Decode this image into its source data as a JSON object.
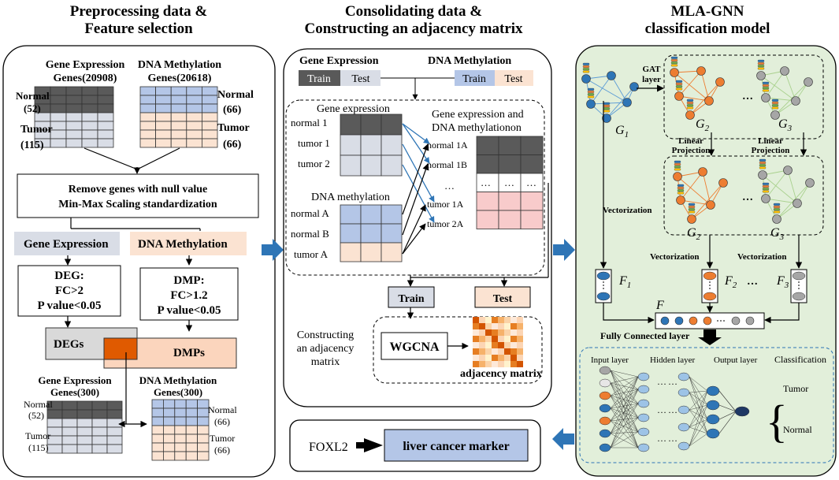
{
  "titles": {
    "left_line1": "Preprocessing data &",
    "left_line2": "Feature selection",
    "mid_line1": "Consolidating data &",
    "mid_line2": "Constructing an adjacency matrix",
    "right_line1": "MLA-GNN",
    "right_line2": "classification model"
  },
  "left": {
    "ge_header1": "Gene Expression",
    "ge_header2": "Genes(20908)",
    "dm_header1": "DNA Methylation",
    "dm_header2": "Genes(20618)",
    "normal": "Normal",
    "tumor": "Tumor",
    "ge_normal_n": "(52)",
    "ge_tumor_n": "(115)",
    "dm_normal_n": "(66)",
    "dm_tumor_n": "(66)",
    "remove_line1": "Remove genes with null value",
    "remove_line2": "Min-Max Scaling standardization",
    "ge_label": "Gene Expression",
    "dm_label": "DNA Methylation",
    "deg_line1": "DEG:",
    "deg_line2": "FC>2",
    "deg_line3": "P value<0.05",
    "dmp_line1": "DMP:",
    "dmp_line2": "FC>1.2",
    "dmp_line3": "P value<0.05",
    "degs": "DEGs",
    "dmps": "DMPs",
    "ge300_line1": "Gene Expression",
    "ge300_line2": "Genes(300)",
    "dm300_line1": "DNA Methylation",
    "dm300_line2": "Genes(300)"
  },
  "middle": {
    "ge_header": "Gene Expression",
    "dm_header": "DNA Methylation",
    "train": "Train",
    "test": "Test",
    "gene_expression": "Gene expression",
    "rows_ge": [
      "normal 1",
      "tumor 1",
      "tumor 2"
    ],
    "dna_methylation": "DNA methylation",
    "rows_dm": [
      "normal A",
      "normal B",
      "tumor A"
    ],
    "combined_line1": "Gene expression and",
    "combined_line2": "DNA methylationon",
    "rows_combined": [
      "normal 1A",
      "normal 1B",
      "…",
      "tumor 1A",
      "tumor 2A"
    ],
    "ellipsis": "…",
    "constructing_line1": "Constructing",
    "constructing_line2": "an adjacency",
    "constructing_line3": "matrix",
    "wgcna": "WGCNA",
    "adjacency_matrix": "adjacency matrix",
    "foxl2": "FOXL2",
    "marker": "liver cancer marker"
  },
  "right": {
    "gat_line1": "GAT",
    "gat_line2": "layer",
    "g1": "G",
    "g1_sub": "1",
    "g2_sub": "2",
    "g3_sub": "3",
    "linear_line1": "Linear",
    "linear_line2": "Projection",
    "vectorization": "Vectorization",
    "f": "F",
    "f1_sub": "1",
    "f2_sub": "2",
    "f3_sub": "3",
    "fully_connected": "Fully Connected layer",
    "input_layer": "Input  layer",
    "hidden_layer": "Hidden layer",
    "output_layer": "Output layer",
    "classification": "Classification",
    "tumor": "Tumor",
    "normal": "Normal",
    "ellipsis": "…"
  },
  "colors": {
    "dark_gray": "#5a5a5a",
    "light_gray": "#d9dde6",
    "blue": "#b4c6e7",
    "peach": "#fbe3d2",
    "pink": "#f8cbcb",
    "orange": "#e05a00",
    "node_blue": "#2e75b6",
    "node_orange": "#ed7d31",
    "node_gray": "#a6a6a6",
    "panel_green": "#e2efda"
  }
}
